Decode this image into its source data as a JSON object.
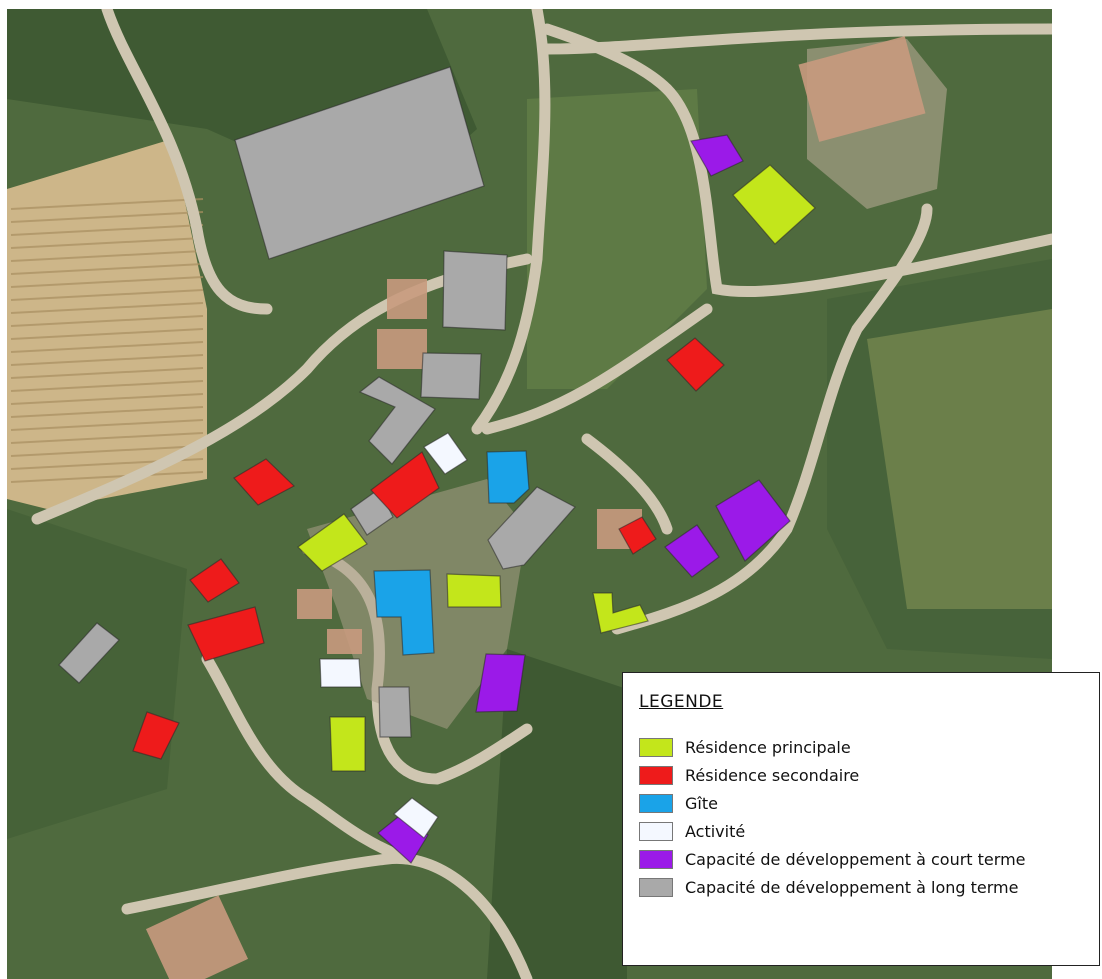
{
  "legend": {
    "title": "LEGENDE",
    "items": [
      {
        "key": "residence_principale",
        "label": "Résidence principale",
        "color": "#c3e61b"
      },
      {
        "key": "residence_secondaire",
        "label": "Résidence secondaire",
        "color": "#ee1b1b"
      },
      {
        "key": "gite",
        "label": "Gîte",
        "color": "#1aa3e8"
      },
      {
        "key": "activite",
        "label": "Activité",
        "color": "#f4f8ff"
      },
      {
        "key": "court_terme",
        "label": "Capacité de développement à court terme",
        "color": "#9b1ae8"
      },
      {
        "key": "long_terme",
        "label": "Capacité de développement à long terme",
        "color": "#a9a9a9"
      }
    ]
  },
  "map_background": {
    "vegetation_color": "#4f6a3e",
    "field_color": "#cdb689",
    "road_color": "#cfc6b1",
    "roof_color": "#c89a7e"
  }
}
